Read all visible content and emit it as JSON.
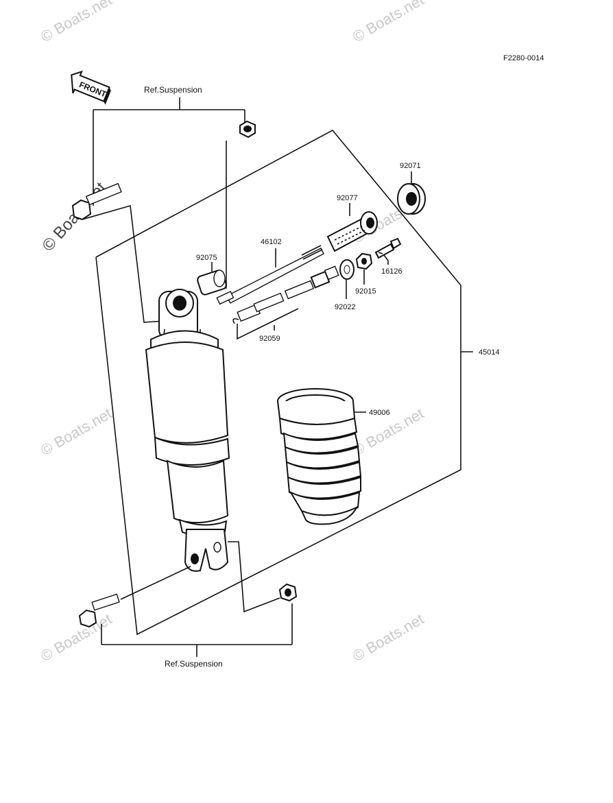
{
  "diagram": {
    "code": "F2280-0014",
    "front_label": "FRONT",
    "ref_top": "Ref.Suspension",
    "ref_bottom": "Ref.Suspension",
    "watermark": "© Boats.net",
    "parts": {
      "p92071": "92071",
      "p92077": "92077",
      "p46102": "46102",
      "p92075": "92075",
      "p16126": "16126",
      "p92015": "92015",
      "p92022": "92022",
      "p92059": "92059",
      "p45014": "45014",
      "p49006": "49006"
    }
  }
}
